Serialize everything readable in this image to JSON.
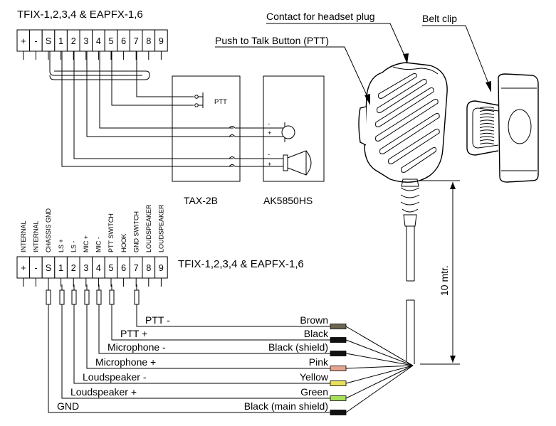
{
  "top_block": {
    "title": "TFIX-1,2,3,4 & EAPFX-1,6",
    "terminals": [
      "+",
      "-",
      "S",
      "1",
      "2",
      "3",
      "4",
      "5",
      "6",
      "7",
      "8",
      "9"
    ]
  },
  "bottom_block": {
    "title": "TFIX-1,2,3,4 & EAPFX-1,6",
    "terminals": [
      "+",
      "-",
      "S",
      "1",
      "2",
      "3",
      "4",
      "5",
      "6",
      "7",
      "8",
      "9"
    ],
    "vertical_labels": [
      "INTERNAL",
      "INTERNAL",
      "CHASSIS GND",
      "LS +",
      "LS -",
      "MIC +",
      "MIC -",
      "PTT SWITCH",
      "HOOK",
      "GND SWITCH",
      "LOUDSPEAKER",
      "LOUDSPEAKER"
    ]
  },
  "boxes": {
    "tax": "TAX-2B",
    "ak": "AK5850HS",
    "ptt_label": "PTT",
    "plus": "+",
    "minus": "-"
  },
  "callouts": {
    "contact": "Contact for headset plug",
    "ptt_button": "Push to Talk Button (PTT)",
    "belt_clip": "Belt clip"
  },
  "cable_length": "10 mtr.",
  "wires": [
    {
      "signal": "PTT -",
      "color_name": "Brown",
      "color": "#6b6650"
    },
    {
      "signal": "PTT +",
      "color_name": "Black",
      "color": "#111111"
    },
    {
      "signal": "Microphone -",
      "color_name": "Black (shield)",
      "color": "#111111"
    },
    {
      "signal": "Microphone +",
      "color_name": "Pink",
      "color": "#e6a58f"
    },
    {
      "signal": "Loudspeaker -",
      "color_name": "Yellow",
      "color": "#e8e05c"
    },
    {
      "signal": "Loudspeaker +",
      "color_name": "Green",
      "color": "#a8e05a"
    },
    {
      "signal": "GND",
      "color_name": "Black (main shield)",
      "color": "#111111"
    }
  ]
}
